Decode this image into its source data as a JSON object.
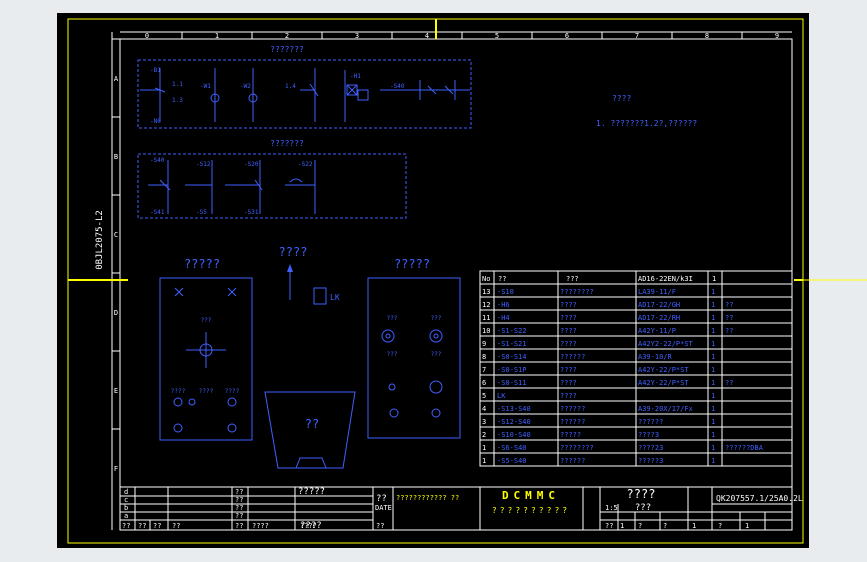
{
  "sheet": {
    "drawing_number_rotated": "0BJL2075-L2",
    "columns": [
      "0",
      "1",
      "2",
      "3",
      "4",
      "5",
      "6",
      "7",
      "8",
      "9"
    ],
    "rows": [
      "A",
      "B",
      "C",
      "D",
      "E",
      "F"
    ]
  },
  "circuit1": {
    "title": "???????",
    "labels": [
      "-B1",
      "-N0",
      "-W1",
      "-W2",
      "1.1",
      "1.3",
      "1.4",
      "-S40",
      "-H1"
    ]
  },
  "circuit2": {
    "title": "???????",
    "labels": [
      "-S40",
      "-S41",
      "-S12",
      "-S5",
      "-S20",
      "-S31",
      "-S22"
    ]
  },
  "notes": {
    "title": "????",
    "line": "1. ???????1.2?,??????"
  },
  "left_panel": {
    "title": "?????",
    "center": "???",
    "btn1": "????",
    "btn2": "????",
    "btn3": "????"
  },
  "center_label": {
    "title": "????",
    "tag": "LK"
  },
  "wide_shape": {
    "label": "??"
  },
  "right_panel": {
    "title": "?????",
    "labels": [
      "???",
      "???",
      "???",
      "???"
    ]
  },
  "parts_table": {
    "headers": [
      "No",
      "??",
      "???",
      "AD16-22EN/k3I",
      "1"
    ],
    "rows": [
      {
        "no": "13",
        "code": "-S10",
        "name": "????????",
        "type": "LA39-11/F",
        "qty": "1",
        "note": ""
      },
      {
        "no": "12",
        "code": "-H6",
        "name": "????",
        "type": "AD17-22/GH",
        "qty": "1",
        "note": "??"
      },
      {
        "no": "11",
        "code": "-H4",
        "name": "????",
        "type": "AD17-22/RH",
        "qty": "1",
        "note": "??"
      },
      {
        "no": "10",
        "code": "-S1-S22",
        "name": "????",
        "type": "A42Y-11/P",
        "qty": "1",
        "note": "??"
      },
      {
        "no": "9",
        "code": "-S1-S21",
        "name": "????",
        "type": "A42Y2-22/P*ST",
        "qty": "1",
        "note": ""
      },
      {
        "no": "8",
        "code": "-S0-S14",
        "name": "??????",
        "type": "A39-10/R",
        "qty": "1",
        "note": ""
      },
      {
        "no": "7",
        "code": "-S0-S1P",
        "name": "????",
        "type": "A42Y-22/P*ST",
        "qty": "1",
        "note": ""
      },
      {
        "no": "6",
        "code": "-S0-S11",
        "name": "????",
        "type": "A42Y-22/P*ST",
        "qty": "1",
        "note": "??"
      },
      {
        "no": "5",
        "code": "LK",
        "name": "????",
        "type": "",
        "qty": "1",
        "note": ""
      },
      {
        "no": "4",
        "code": "-S13-S40",
        "name": "??????",
        "type": "A39-20X/17/Fx",
        "qty": "1",
        "note": ""
      },
      {
        "no": "3",
        "code": "-S12-S40",
        "name": "??????",
        "type": "??????",
        "qty": "1",
        "note": ""
      },
      {
        "no": "2",
        "code": "-S10-S40",
        "name": "?????",
        "type": "????3",
        "qty": "1",
        "note": ""
      },
      {
        "no": "1",
        "code": "-S6-S40",
        "name": "????????",
        "type": "????23",
        "qty": "1",
        "note": "??????DBA"
      },
      {
        "no": "1",
        "code": "-S5-S40",
        "name": "??????",
        "type": "?????3",
        "qty": "1",
        "note": ""
      }
    ]
  },
  "title_block": {
    "rev_letters": [
      "d",
      "c",
      "b",
      "a"
    ],
    "marks": [
      "??",
      "??",
      "??",
      "??"
    ],
    "qq1": "?????",
    "qq2": "????",
    "side_label": "??",
    "side_label2": "DATE",
    "company_text": "???????????? ??",
    "brand": "DCMMC",
    "brand_sub": "??????????",
    "title_qq": "????",
    "title_qq2": "???",
    "doc_number": "QK207557.1/25A0.2L",
    "scale": "1:5",
    "footer": [
      "??",
      "??",
      "??",
      "??",
      "??",
      "????",
      "????",
      "??",
      "??",
      "1",
      "?",
      "?",
      "1",
      "?",
      "1"
    ]
  }
}
